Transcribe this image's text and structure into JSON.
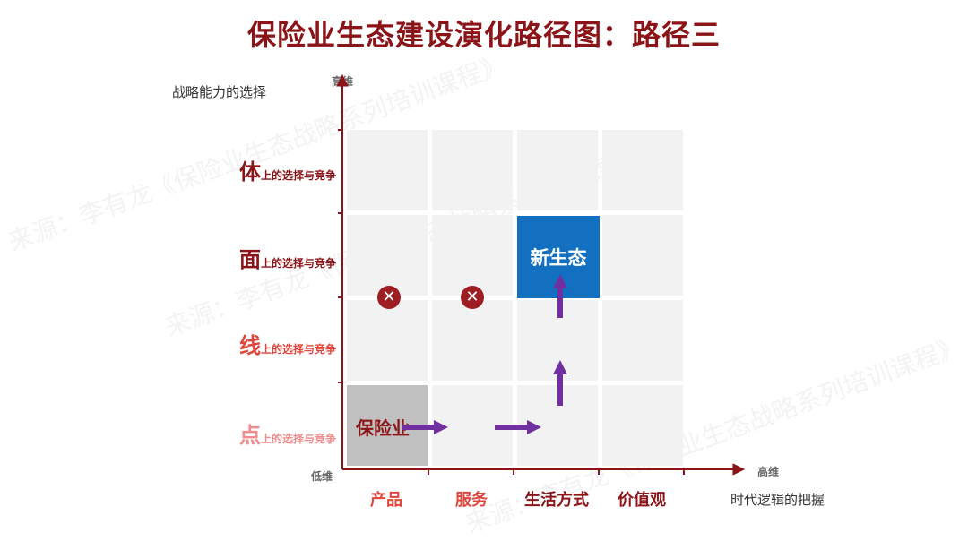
{
  "title": "保险业生态建设演化路径图：路径三",
  "axes": {
    "y_title": "战略能力的选择",
    "x_title": "时代逻辑的把握",
    "y_high": "高维",
    "x_high": "高维",
    "origin_low": "低维"
  },
  "rows": [
    {
      "big": "体",
      "small": "上的选择与竞争",
      "color": "#8b1418"
    },
    {
      "big": "面",
      "small": "上的选择与竞争",
      "color": "#8b1418"
    },
    {
      "big": "线",
      "small": "上的选择与竞争",
      "color": "#e0463c"
    },
    {
      "big": "点",
      "small": "上的选择与竞争",
      "color": "#f08c8c"
    }
  ],
  "columns": [
    {
      "label": "产品",
      "color": "#e0463c"
    },
    {
      "label": "服务",
      "color": "#e0463c"
    },
    {
      "label": "生活方式",
      "color": "#8b1418"
    },
    {
      "label": "价值观",
      "color": "#8b1418"
    }
  ],
  "cells": {
    "start": {
      "label": "保险业",
      "color": "#c0c0c0",
      "text_color": "#8b1418"
    },
    "target": {
      "label": "新生态",
      "color": "#1370c0",
      "text_color": "#ffffff"
    }
  },
  "marks": {
    "x_symbol": "✕"
  },
  "arrow_color": "#7030a0",
  "watermark": "来源：李有龙《保险业生态战略系列培训课程》"
}
